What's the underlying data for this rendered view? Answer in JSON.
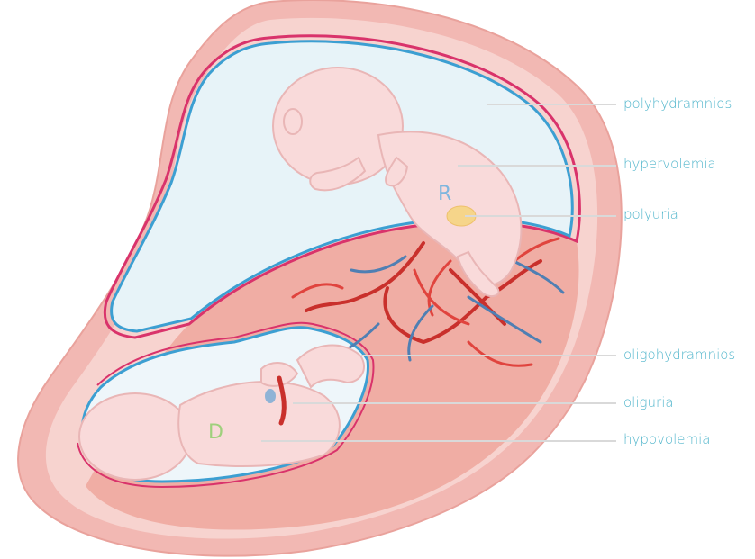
{
  "callouts": {
    "polyhydramnios": "polyhydramnios",
    "hypervolemia": "hypervolemia",
    "polyuria": "polyuria",
    "oligohydramnios": "oligohydramnios",
    "oliguria": "oliguria",
    "hypovolemia": "hypovolemia"
  },
  "twins": {
    "recipient_letter": "R",
    "donor_letter": "D"
  },
  "colors": {
    "callout_text": "#52b6cc",
    "leader_line": "#d9d9d9",
    "uterus_outer": "#f2b8b3",
    "uterus_inner": "#f7d3cf",
    "amnion_line": "#3c9fd2",
    "chorion_line": "#d9336b",
    "amniotic_fluid": "#e7f3f8",
    "placenta": "#f0ada4",
    "fetus_skin": "#f9dada",
    "fetus_outline": "#e9b6b6",
    "artery": "#c9302c",
    "vein": "#4f7fb3",
    "bladder": "#f6d58a",
    "recipient_letter_color": "#7fb6de",
    "donor_letter_color": "#9fd07c"
  }
}
